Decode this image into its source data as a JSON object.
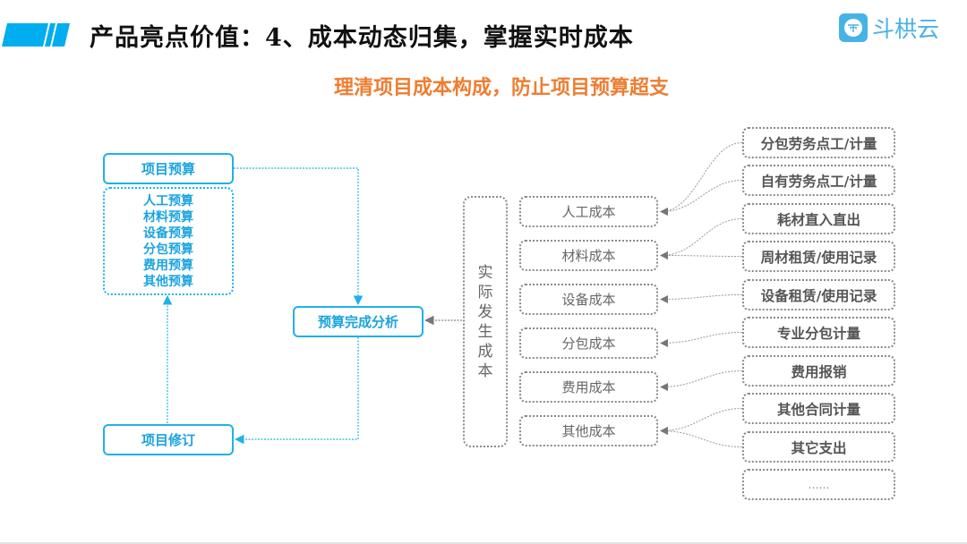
{
  "header": {
    "title": "产品亮点价值：4、成本动态归集，掌握实时成本",
    "subtitle": "理清项目成本构成，防止项目预算超支",
    "logo_text": "斗栱云",
    "logo_icon": "doucong-cloud-logo-icon",
    "accent_color": "#1fb1ea",
    "subtitle_color": "#ee7d31"
  },
  "budget_flow": {
    "project_budget": "项目预算",
    "budget_items": [
      "人工预算",
      "材料预算",
      "设备预算",
      "分包预算",
      "费用预算",
      "其他预算"
    ],
    "analysis": "预算完成分析",
    "revision": "项目修订"
  },
  "actual_cost": {
    "label": "实际发生成本",
    "categories": [
      "人工成本",
      "材料成本",
      "设备成本",
      "分包成本",
      "费用成本",
      "其他成本"
    ]
  },
  "sources": {
    "items": [
      "分包劳务点工/计量",
      "自有劳务点工/计量",
      "耗材直入直出",
      "周材租赁/使用记录",
      "设备租赁/使用记录",
      "专业分包计量",
      "费用报销",
      "其他合同计量",
      "其它支出",
      "……"
    ],
    "mapping": [
      {
        "source": "分包劳务点工/计量",
        "target": "人工成本"
      },
      {
        "source": "自有劳务点工/计量",
        "target": "人工成本"
      },
      {
        "source": "耗材直入直出",
        "target": "材料成本"
      },
      {
        "source": "周材租赁/使用记录",
        "target": "材料成本"
      },
      {
        "source": "设备租赁/使用记录",
        "target": "设备成本"
      },
      {
        "source": "专业分包计量",
        "target": "分包成本"
      },
      {
        "source": "费用报销",
        "target": "费用成本"
      },
      {
        "source": "其他合同计量",
        "target": "其他成本"
      },
      {
        "source": "其它支出",
        "target": "其他成本"
      }
    ]
  }
}
